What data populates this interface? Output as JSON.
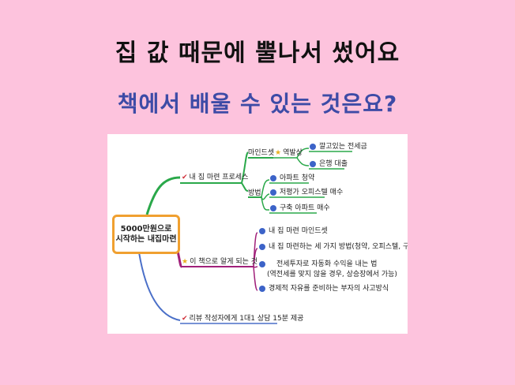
{
  "heading": "집 값 때문에 뿔나서 썼어요",
  "subheading": "책에서 배울 수 있는 것은요?",
  "mindmap": {
    "center": [
      "5000만원으로",
      "시작하는 내집마련"
    ],
    "branch1": {
      "label": "내 집 마련 프로세스",
      "mind": "마인드셋",
      "mind_sub": "역발상",
      "mind_items": [
        "깔고있는 전세금",
        "은행 대출"
      ],
      "method": "방법",
      "method_items": [
        "아파트 청약",
        "저평가 오피스텔 매수",
        "구축 아파트 매수"
      ]
    },
    "branch2": {
      "label": "이 책으로 알게 되는 것",
      "items": [
        "내 집 마련 마인드셋",
        "내 집 마련하는 세 가지 방법(청약, 오피스텔, 구축 매수절차)",
        "전세투자로 자동화 수익을 내는 법",
        "(역전세를 맞지 않을 경우, 상승장에서 가능)",
        "경제적 자유를 준비하는 부자의 사고방식"
      ]
    },
    "branch3": {
      "label": "리뷰 작성자에게 1대1 상담 15분 제공"
    }
  }
}
